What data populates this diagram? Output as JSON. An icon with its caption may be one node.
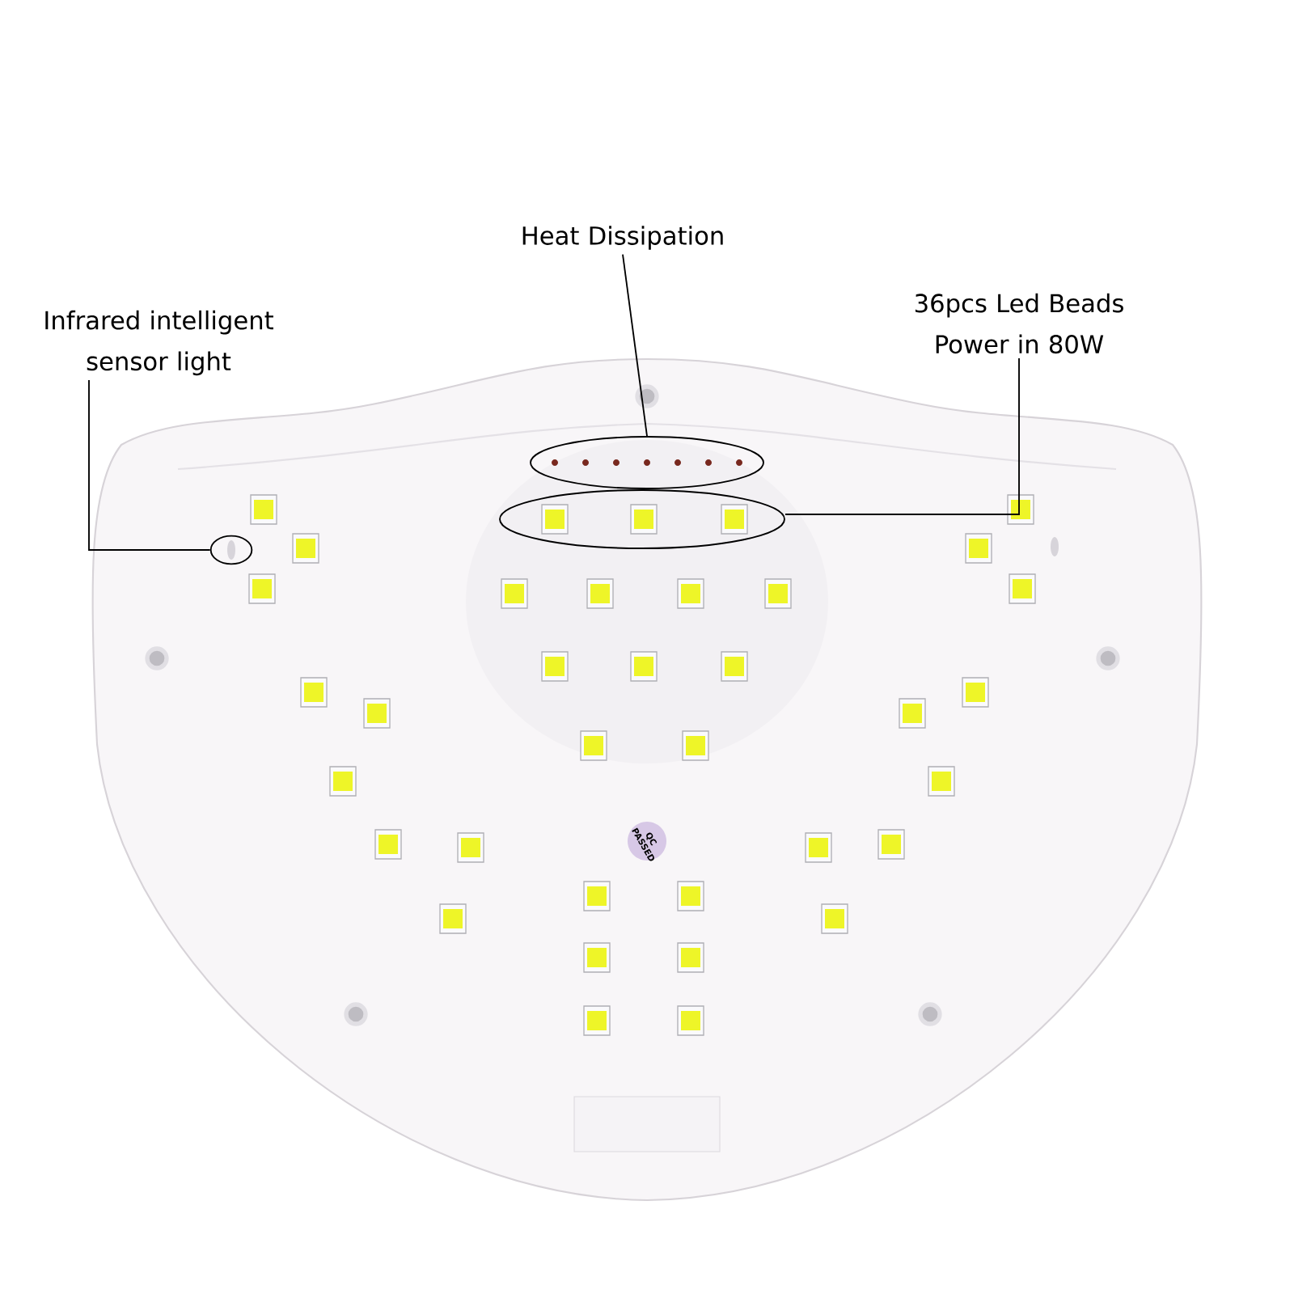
{
  "diagram": {
    "nodes": [
      {
        "text": [
          "Infrared intelligent sensor light"
        ]
      },
      {
        "text": [],
        "shape": "ellipse"
      },
      {
        "text": [
          "Heat Dissipation"
        ]
      },
      {
        "text": [],
        "shape": "ellipse"
      },
      {
        "text": [
          "36pcs Led Beads Power in 80W"
        ]
      },
      {
        "text": [],
        "shape": "ellipse"
      }
    ],
    "edges": [
      {
        "from": 0,
        "to": 1,
        "arrow": "none"
      },
      {
        "from": 2,
        "to": 3,
        "arrow": "none"
      },
      {
        "from": 4,
        "to": 5,
        "arrow": "none"
      }
    ],
    "labels": [
      "QC PASSED"
    ]
  }
}
